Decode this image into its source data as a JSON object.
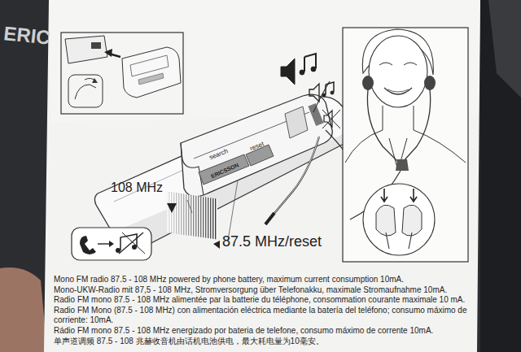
{
  "diagram": {
    "labels": [
      "ERIC",
      "ERICSSON",
      "search",
      "reset",
      "108 MHz",
      "87.5 MHz/reset",
      "Mono FM radio 87.5 - 108 MHz powered by phone battery, maximum current consumption 10mA.",
      "Mono-UKW-Radio mit 87,5 - 108 MHz, Stromversorgung über Telefonakku, maximale Stromaufnahme 10mA.",
      "Radio FM mono 87.5 - 108 MHz alimentée par la batterie du téléphone, consommation courante maximale 10 mA.",
      "Radio FM Mono (87.5 - 108 MHz) con alimentación eléctrica mediante la batería del teléfono; consumo máximo de corriente: 10mA.",
      "Rádio FM mono 87.5 - 108 MHz energizado por bateria de telefone, consumo máximo de corrente 10mA.",
      "单声道调频 87.5 - 108 兆赫收音机由话机电池供电，最大耗电量为10毫安。"
    ]
  }
}
